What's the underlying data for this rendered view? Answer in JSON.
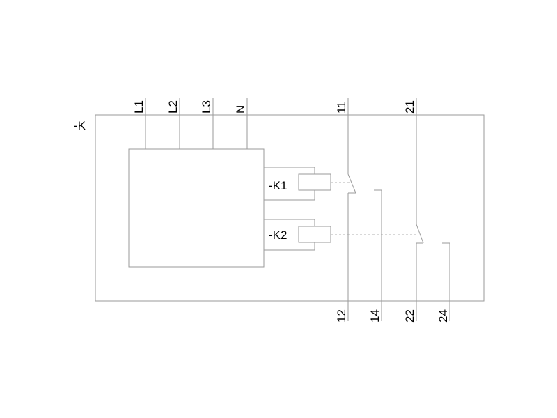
{
  "device": {
    "label": "-K"
  },
  "supply_terminals": [
    "L1",
    "L2",
    "L3",
    "N"
  ],
  "relays": [
    {
      "label": "-K1",
      "common": "11",
      "nc": "12",
      "no": "14"
    },
    {
      "label": "-K2",
      "common": "21",
      "nc": "22",
      "no": "24"
    }
  ],
  "colors": {
    "line": "#9a9a9a",
    "text": "#000000"
  }
}
